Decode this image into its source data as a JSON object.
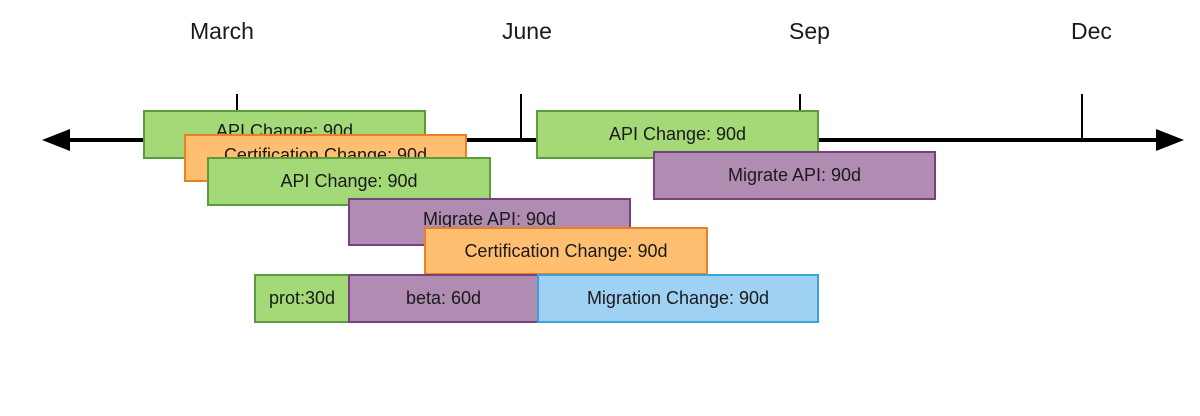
{
  "timeline": {
    "months": [
      {
        "label": "March"
      },
      {
        "label": "June"
      },
      {
        "label": "Sep"
      },
      {
        "label": "Dec"
      }
    ]
  },
  "colors": {
    "green": "#a3d977",
    "orange": "#ffbe70",
    "purple": "#b08cb3",
    "blue": "#9fd2f2",
    "axis": "#000000"
  },
  "bars": [
    {
      "label": "API Change: 90d",
      "color": "green"
    },
    {
      "label": "Certification Change: 90d",
      "color": "orange"
    },
    {
      "label": "API Change: 90d",
      "color": "green"
    },
    {
      "label": "Migrate API: 90d",
      "color": "purple"
    },
    {
      "label": "Certification Change: 90d",
      "color": "orange"
    },
    {
      "label": "prot:30d",
      "color": "green"
    },
    {
      "label": "beta: 60d",
      "color": "purple"
    },
    {
      "label": "Migration Change: 90d",
      "color": "blue"
    },
    {
      "label": "API Change: 90d",
      "color": "green"
    },
    {
      "label": "Migrate API: 90d",
      "color": "purple"
    }
  ]
}
